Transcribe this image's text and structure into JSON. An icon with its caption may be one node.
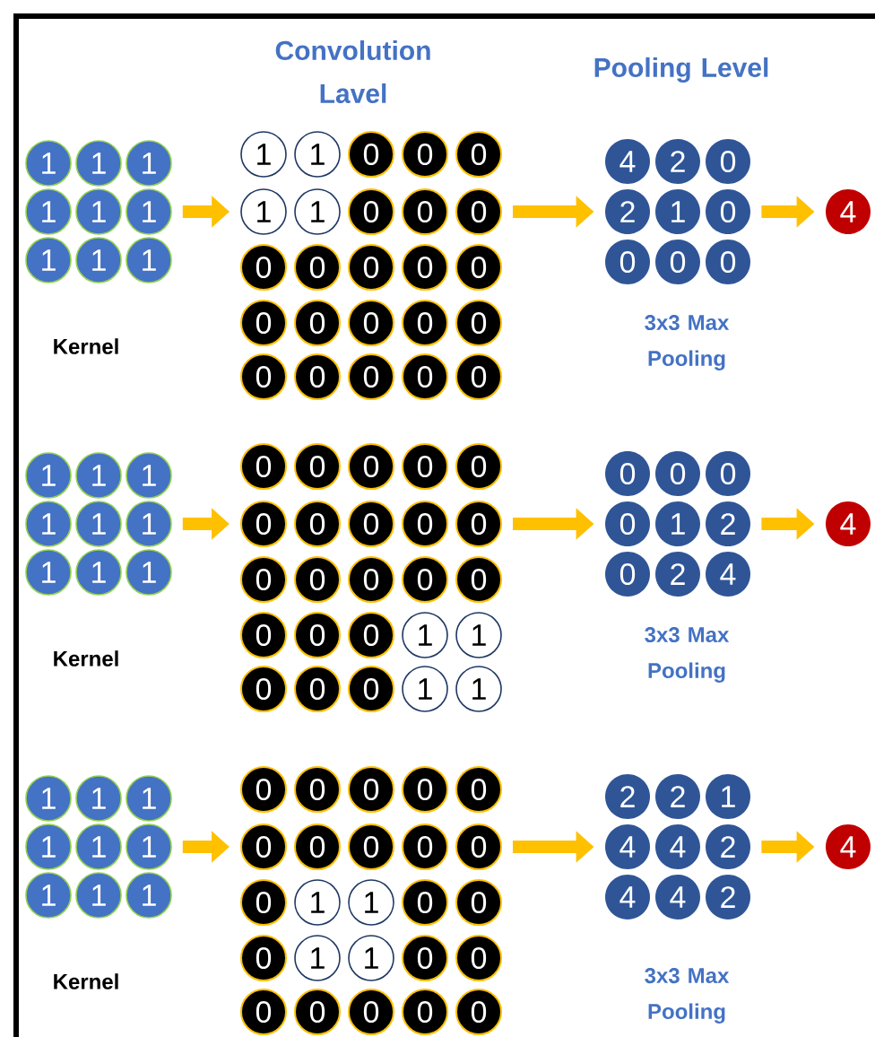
{
  "diagram": {
    "nodes": [
      {
        "text": [
          "1"
        ]
      },
      {
        "text": [
          "1"
        ]
      },
      {
        "text": [
          "1"
        ]
      },
      {
        "text": [
          "1"
        ]
      },
      {
        "text": [
          "1"
        ]
      },
      {
        "text": [
          "1"
        ]
      },
      {
        "text": [
          "1"
        ]
      },
      {
        "text": [
          "1"
        ]
      },
      {
        "text": [
          "1"
        ]
      },
      {
        "text": [
          "1"
        ]
      },
      {
        "text": [
          "1"
        ]
      },
      {
        "text": [
          "0"
        ]
      },
      {
        "text": [
          "0"
        ]
      },
      {
        "text": [
          "0"
        ]
      },
      {
        "text": [
          "1"
        ]
      },
      {
        "text": [
          "1"
        ]
      },
      {
        "text": [
          "0"
        ]
      },
      {
        "text": [
          "0"
        ]
      },
      {
        "text": [
          "0"
        ]
      },
      {
        "text": [
          "0"
        ]
      },
      {
        "text": [
          "0"
        ]
      },
      {
        "text": [
          "0"
        ]
      },
      {
        "text": [
          "0"
        ]
      },
      {
        "text": [
          "0"
        ]
      },
      {
        "text": [
          "0"
        ]
      },
      {
        "text": [
          "0"
        ]
      },
      {
        "text": [
          "0"
        ]
      },
      {
        "text": [
          "0"
        ]
      },
      {
        "text": [
          "0"
        ]
      },
      {
        "text": [
          "0"
        ]
      },
      {
        "text": [
          "0"
        ]
      },
      {
        "text": [
          "0"
        ]
      },
      {
        "text": [
          "0"
        ]
      },
      {
        "text": [
          "0"
        ]
      },
      {
        "text": [
          "4"
        ]
      },
      {
        "text": [
          "2"
        ]
      },
      {
        "text": [
          "0"
        ]
      },
      {
        "text": [
          "2"
        ]
      },
      {
        "text": [
          "1"
        ]
      },
      {
        "text": [
          "0"
        ]
      },
      {
        "text": [
          "0"
        ]
      },
      {
        "text": [
          "0"
        ]
      },
      {
        "text": [
          "0"
        ]
      },
      {
        "text": [
          "4"
        ]
      },
      {
        "text": [
          "1"
        ]
      },
      {
        "text": [
          "1"
        ]
      },
      {
        "text": [
          "1"
        ]
      },
      {
        "text": [
          "1"
        ]
      },
      {
        "text": [
          "1"
        ]
      },
      {
        "text": [
          "1"
        ]
      },
      {
        "text": [
          "1"
        ]
      },
      {
        "text": [
          "1"
        ]
      },
      {
        "text": [
          "1"
        ]
      },
      {
        "text": [
          "0"
        ]
      },
      {
        "text": [
          "0"
        ]
      },
      {
        "text": [
          "0"
        ]
      },
      {
        "text": [
          "0"
        ]
      },
      {
        "text": [
          "0"
        ]
      },
      {
        "text": [
          "0"
        ]
      },
      {
        "text": [
          "0"
        ]
      },
      {
        "text": [
          "0"
        ]
      },
      {
        "text": [
          "0"
        ]
      },
      {
        "text": [
          "0"
        ]
      },
      {
        "text": [
          "0"
        ]
      },
      {
        "text": [
          "0"
        ]
      },
      {
        "text": [
          "0"
        ]
      },
      {
        "text": [
          "0"
        ]
      },
      {
        "text": [
          "0"
        ]
      },
      {
        "text": [
          "0"
        ]
      },
      {
        "text": [
          "0"
        ]
      },
      {
        "text": [
          "0"
        ]
      },
      {
        "text": [
          "1"
        ]
      },
      {
        "text": [
          "1"
        ]
      },
      {
        "text": [
          "0"
        ]
      },
      {
        "text": [
          "0"
        ]
      },
      {
        "text": [
          "0"
        ]
      },
      {
        "text": [
          "1"
        ]
      },
      {
        "text": [
          "1"
        ]
      },
      {
        "text": [
          "0"
        ]
      },
      {
        "text": [
          "0"
        ]
      },
      {
        "text": [
          "0"
        ]
      },
      {
        "text": [
          "0"
        ]
      },
      {
        "text": [
          "1"
        ]
      },
      {
        "text": [
          "2"
        ]
      },
      {
        "text": [
          "0"
        ]
      },
      {
        "text": [
          "2"
        ]
      },
      {
        "text": [
          "4"
        ]
      },
      {
        "text": [
          "4"
        ]
      },
      {
        "text": [
          "1"
        ]
      },
      {
        "text": [
          "1"
        ]
      },
      {
        "text": [
          "1"
        ]
      },
      {
        "text": [
          "1"
        ]
      },
      {
        "text": [
          "1"
        ]
      },
      {
        "text": [
          "1"
        ]
      },
      {
        "text": [
          "1"
        ]
      },
      {
        "text": [
          "1"
        ]
      },
      {
        "text": [
          "1"
        ]
      },
      {
        "text": [
          "0"
        ]
      },
      {
        "text": [
          "0"
        ]
      },
      {
        "text": [
          "0"
        ]
      },
      {
        "text": [
          "0"
        ]
      },
      {
        "text": [
          "0"
        ]
      },
      {
        "text": [
          "0"
        ]
      },
      {
        "text": [
          "0"
        ]
      },
      {
        "text": [
          "0"
        ]
      },
      {
        "text": [
          "0"
        ]
      },
      {
        "text": [
          "0"
        ]
      },
      {
        "text": [
          "0"
        ]
      },
      {
        "text": [
          "1"
        ]
      },
      {
        "text": [
          "1"
        ]
      },
      {
        "text": [
          "0"
        ]
      },
      {
        "text": [
          "0"
        ]
      },
      {
        "text": [
          "0"
        ]
      },
      {
        "text": [
          "1"
        ]
      },
      {
        "text": [
          "1"
        ]
      },
      {
        "text": [
          "0"
        ]
      },
      {
        "text": [
          "0"
        ]
      },
      {
        "text": [
          "0"
        ]
      },
      {
        "text": [
          "0"
        ]
      },
      {
        "text": [
          "0"
        ]
      },
      {
        "text": [
          "0"
        ]
      },
      {
        "text": [
          "0"
        ]
      },
      {
        "text": [
          "2"
        ]
      },
      {
        "text": [
          "2"
        ]
      },
      {
        "text": [
          "1"
        ]
      },
      {
        "text": [
          "4"
        ]
      },
      {
        "text": [
          "4"
        ]
      },
      {
        "text": [
          "2"
        ]
      },
      {
        "text": [
          "4"
        ]
      },
      {
        "text": [
          "4"
        ]
      },
      {
        "text": [
          "2"
        ]
      },
      {
        "text": [
          "4"
        ]
      }
    ],
    "edges": [
      {
        "from": 5,
        "to": 14,
        "arrow": "to"
      },
      {
        "from": 18,
        "to": 37,
        "arrow": "to"
      },
      {
        "from": 39,
        "to": 43,
        "arrow": "to"
      },
      {
        "from": 49,
        "to": 58,
        "arrow": "to"
      },
      {
        "from": 62,
        "to": 81,
        "arrow": "to"
      },
      {
        "from": 83,
        "to": 87,
        "arrow": "to"
      },
      {
        "from": 93,
        "to": 102,
        "arrow": "to"
      },
      {
        "from": 106,
        "to": 125,
        "arrow": "to"
      },
      {
        "from": 127,
        "to": 131,
        "arrow": "to"
      }
    ],
    "labels": [
      "Convolution Lavel",
      "Pooling Level",
      "Kernel",
      "3x3 Max Pooling",
      "Kernel",
      "3x3 Max Pooling",
      "Kernel",
      "3x3 Max Pooling"
    ]
  }
}
